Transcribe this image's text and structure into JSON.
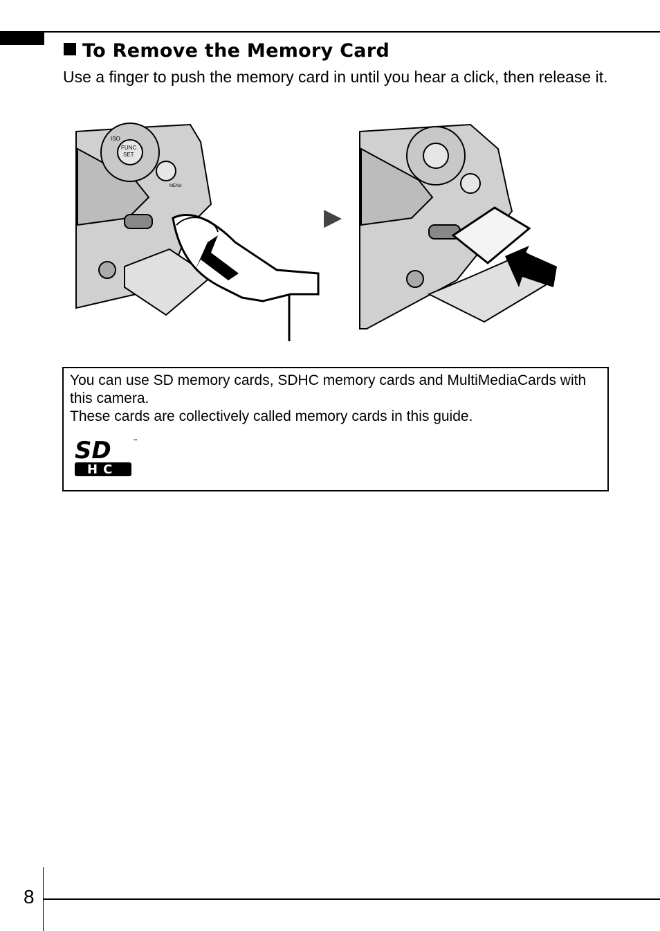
{
  "section": {
    "title": "To Remove the Memory Card",
    "instruction": "Use a finger to push the memory card in until you hear a click, then release it."
  },
  "illustration": {
    "step_arrow": "▶",
    "camera_labels": {
      "func_set_top": "FUNC",
      "func_set_bottom": "SET",
      "iso": "ISO",
      "menu": "MENU"
    },
    "icons": [
      "camera-push-card-illustration",
      "play-arrow-icon",
      "camera-eject-card-illustration"
    ]
  },
  "note": {
    "lines": [
      "You can use SD memory cards, SDHC memory cards and MultiMediaCards with this camera.",
      "These cards are collectively called memory cards in this guide."
    ],
    "logo": {
      "top": "SD",
      "bottom": "HC",
      "trademark": "™"
    }
  },
  "page": {
    "number": "8"
  }
}
